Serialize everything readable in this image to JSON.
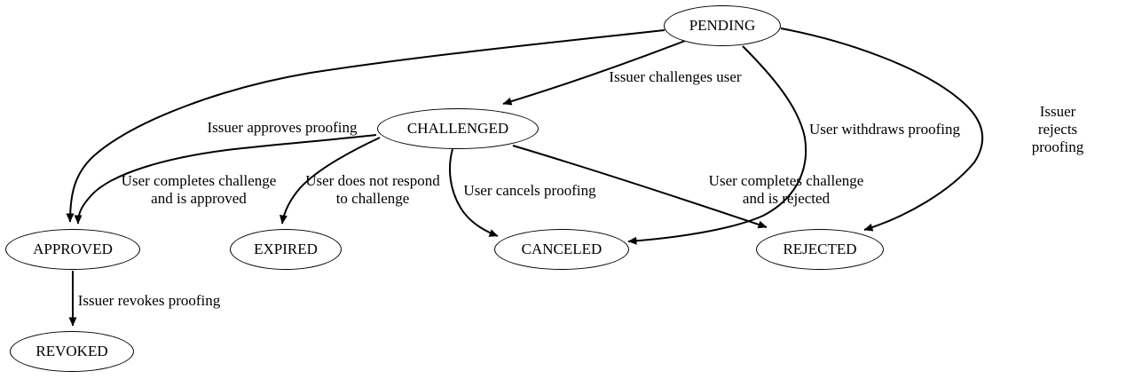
{
  "diagram": {
    "type": "state-machine",
    "colors": {
      "background": "#ffffff",
      "node_fill": "#ffffff",
      "stroke": "#000000",
      "text": "#000000"
    },
    "nodes": [
      {
        "id": "pending",
        "label": "PENDING"
      },
      {
        "id": "challenged",
        "label": "CHALLENGED"
      },
      {
        "id": "approved",
        "label": "APPROVED"
      },
      {
        "id": "expired",
        "label": "EXPIRED"
      },
      {
        "id": "canceled",
        "label": "CANCELED"
      },
      {
        "id": "rejected",
        "label": "REJECTED"
      },
      {
        "id": "revoked",
        "label": "REVOKED"
      }
    ],
    "edges": [
      {
        "from": "PENDING",
        "to": "CHALLENGED",
        "label": "Issuer challenges user"
      },
      {
        "from": "PENDING",
        "to": "APPROVED",
        "label": "Issuer approves proofing"
      },
      {
        "from": "PENDING",
        "to": "CANCELED",
        "label": "User withdraws proofing"
      },
      {
        "from": "PENDING",
        "to": "REJECTED",
        "label": "Issuer rejects proofing"
      },
      {
        "from": "CHALLENGED",
        "to": "APPROVED",
        "label": "User completes challenge\nand is approved"
      },
      {
        "from": "CHALLENGED",
        "to": "EXPIRED",
        "label": "User does not respond\nto challenge"
      },
      {
        "from": "CHALLENGED",
        "to": "CANCELED",
        "label": "User cancels proofing"
      },
      {
        "from": "CHALLENGED",
        "to": "REJECTED",
        "label": "User completes challenge\nand is rejected"
      },
      {
        "from": "APPROVED",
        "to": "REVOKED",
        "label": "Issuer revokes proofing"
      }
    ]
  }
}
